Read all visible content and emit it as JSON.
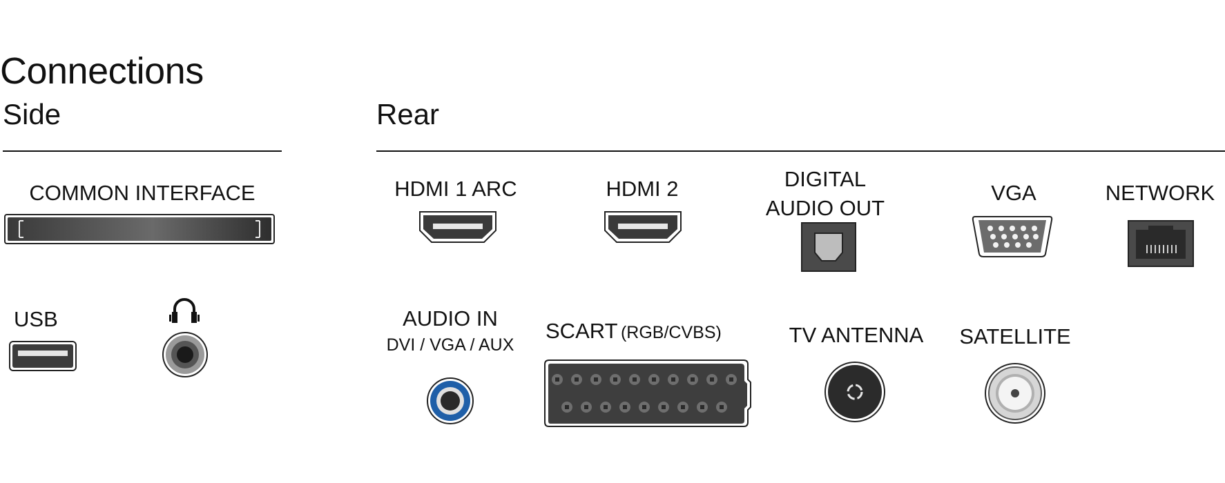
{
  "title": "Connections",
  "sections": {
    "side": {
      "title": "Side",
      "ports": {
        "common_interface": "COMMON INTERFACE",
        "usb": "USB"
      }
    },
    "rear": {
      "title": "Rear",
      "ports": {
        "hdmi1": "HDMI 1 ARC",
        "hdmi2": "HDMI 2",
        "digital_audio_out_line1": "DIGITAL",
        "digital_audio_out_line2": "AUDIO OUT",
        "vga": "VGA",
        "network": "NETWORK",
        "audio_in": "AUDIO IN",
        "audio_in_sub": "DVI / VGA / AUX",
        "scart": "SCART",
        "scart_sub": "(RGB/CVBS)",
        "tv_antenna": "TV ANTENNA",
        "satellite": "SATELLITE"
      }
    }
  },
  "icons": {
    "common_interface": "common-interface-slot-icon",
    "usb": "usb-port-icon",
    "headphone": "headphone-icon",
    "headphone_jack": "headphone-jack-icon",
    "hdmi": "hdmi-port-icon",
    "optical": "optical-audio-port-icon",
    "vga": "vga-port-icon",
    "network": "ethernet-port-icon",
    "audio_in": "audio-in-jack-icon",
    "scart": "scart-port-icon",
    "antenna": "antenna-port-icon",
    "satellite": "satellite-port-icon"
  },
  "colors": {
    "text": "#111111",
    "port_dark": "#3a3a3a",
    "audio_in_ring": "#1f5fa8"
  }
}
